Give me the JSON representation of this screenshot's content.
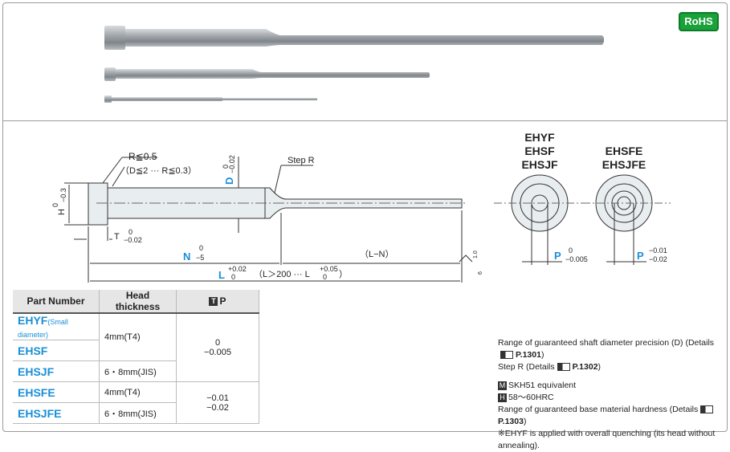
{
  "badge": "RoHS",
  "drawing": {
    "r_top": "R≦0.5",
    "r_cond": "（D≦2 ··· R≦0.3）",
    "step_r": "Step R",
    "d_label": "D",
    "d_tol_top": "0",
    "d_tol_bot": "−0.02",
    "h_label": "H",
    "h_tol": "−0.3",
    "h_tol_zero": "0",
    "t_label": "T",
    "t_tol_top": "0",
    "t_tol_bot": "−0.02",
    "n_label": "N",
    "n_tol_top": "0",
    "n_tol_bot": "−5",
    "ln_label": "（L−N）",
    "l_label": "L",
    "l_tol_top": "+0.02",
    "l_tol_bot": "0",
    "l_cond": "（L＞200 ··· L",
    "l2_tol_top": "+0.05",
    "l2_tol_bot": "0",
    "l_close": "）",
    "surface_a": "1.0",
    "surface_b": "6"
  },
  "views": {
    "left_titles": [
      "EHYF",
      "EHSF",
      "EHSJF"
    ],
    "right_titles": [
      "EHSFE",
      "EHSJFE"
    ],
    "left_p": "P",
    "left_p_top": "0",
    "left_p_bot": "−0.005",
    "right_p": "P",
    "right_p_top": "−0.01",
    "right_p_bot": "−0.02"
  },
  "table": {
    "headers": [
      "Part Number",
      "Head thickness",
      "P"
    ],
    "header_icon": "T",
    "rows": [
      {
        "pn": "EHYF",
        "pn_note": "(Small diameter)"
      },
      {
        "pn": "EHSF"
      },
      {
        "pn": "EHSJF"
      },
      {
        "pn": "EHSFE"
      },
      {
        "pn": "EHSJFE"
      }
    ],
    "head_thickness": [
      "4mm(T4)",
      "6・8mm(JIS)",
      "4mm(T4)",
      "6・8mm(JIS)"
    ],
    "p_group1_top": "0",
    "p_group1_bot": "−0.005",
    "p_group2_top": "−0.01",
    "p_group2_bot": "−0.02"
  },
  "notes": {
    "line1_text": "Range of guaranteed shaft diameter precision (D) (Details",
    "line1_ref": "P.1301",
    "line1_close": ")",
    "line2_text": "Step R (Details",
    "line2_ref": "P.1302",
    "line2_close": ")",
    "material_icon": "M",
    "material": "SKH51 equivalent",
    "hardness_icon": "H",
    "hardness": "58～60HRC",
    "line5_text": "Range of guaranteed base material hardness (Details",
    "line5_ref": "P.1303",
    "line5_close": ")",
    "line6": "※EHYF is applied with overall quenching (its head without annealing)."
  }
}
